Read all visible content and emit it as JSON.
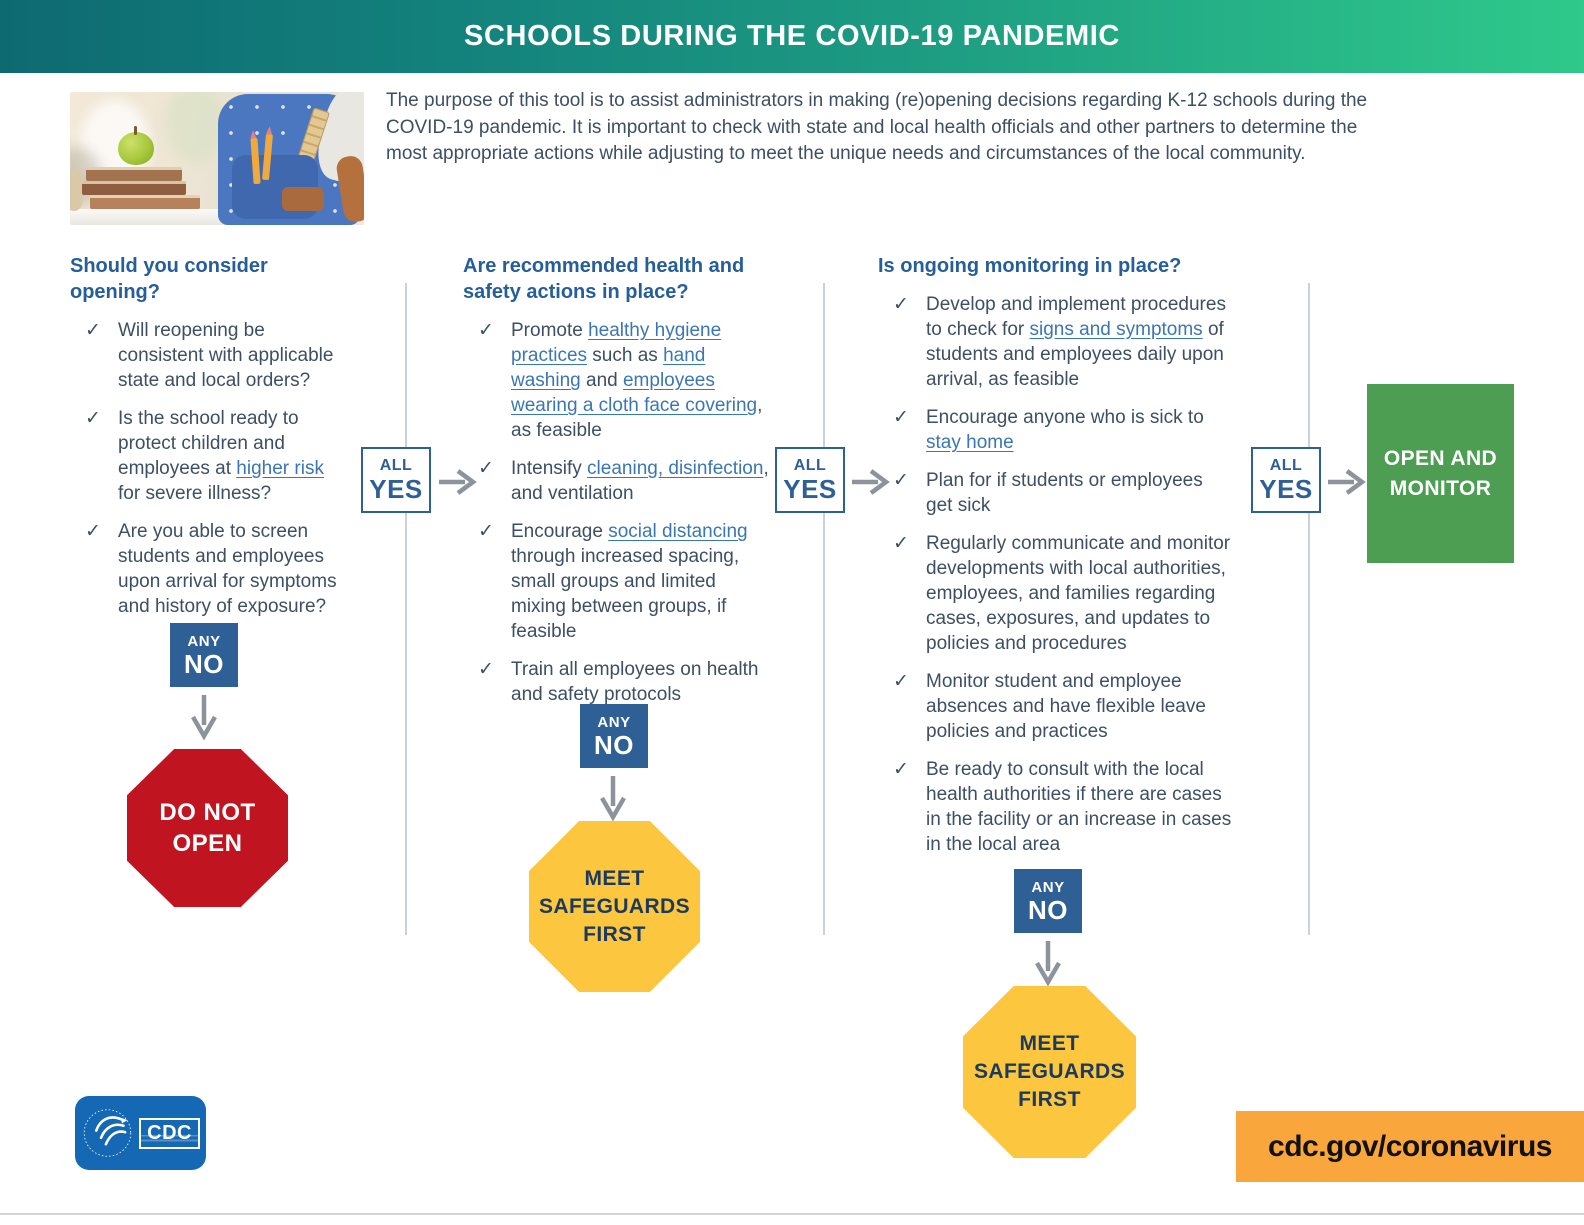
{
  "banner": {
    "title": "SCHOOLS DURING THE COVID-19 PANDEMIC"
  },
  "intro": {
    "text": "The purpose of this tool is to assist administrators in making (re)opening decisions regarding K-12 schools during the COVID-19 pandemic. It is important to check with state and local health officials and other partners to determine the most appropriate actions while adjusting to meet the unique needs and circumstances of the local community."
  },
  "columns": [
    {
      "heading": "Should you consider opening?",
      "items": [
        [
          {
            "t": "Will reopening be consistent with applicable state and local orders?"
          }
        ],
        [
          {
            "t": "Is the school ready to protect children and employees at "
          },
          {
            "t": "higher risk",
            "link": true
          },
          {
            "t": " for severe illness?"
          }
        ],
        [
          {
            "t": "Are you able to screen students and employees upon arrival for symptoms and history of exposure?"
          }
        ]
      ]
    },
    {
      "heading": "Are recommended health and safety actions in place?",
      "items": [
        [
          {
            "t": "Promote "
          },
          {
            "t": "healthy hygiene practices",
            "link": true
          },
          {
            "t": " such as "
          },
          {
            "t": "hand washing",
            "link": true
          },
          {
            "t": " and "
          },
          {
            "t": "employees wearing a cloth face covering",
            "link": true
          },
          {
            "t": ", as feasible"
          }
        ],
        [
          {
            "t": "Intensify "
          },
          {
            "t": "cleaning, disinfection",
            "link": true
          },
          {
            "t": ", and ventilation"
          }
        ],
        [
          {
            "t": "Encourage "
          },
          {
            "t": "social distancing",
            "link": true
          },
          {
            "t": " through increased spacing, small groups and limited mixing between groups, if feasible"
          }
        ],
        [
          {
            "t": "Train all employees on health and safety protocols"
          }
        ]
      ]
    },
    {
      "heading": "Is ongoing monitoring in place?",
      "items": [
        [
          {
            "t": "Develop and implement procedures to check for "
          },
          {
            "t": "signs and symptoms",
            "link": true
          },
          {
            "t": " of students and employees daily upon arrival, as feasible"
          }
        ],
        [
          {
            "t": "Encourage anyone who is sick to "
          },
          {
            "t": "stay home",
            "link": true
          }
        ],
        [
          {
            "t": "Plan for if students or employees get sick"
          }
        ],
        [
          {
            "t": "Regularly communicate and monitor developments with local authorities, employees, and families regarding cases, exposures, and updates to policies and procedures"
          }
        ],
        [
          {
            "t": "Monitor student and employee absences and have flexible leave policies and practices"
          }
        ],
        [
          {
            "t": "Be ready to consult with the local health authorities if there are cases in the facility or an increase in cases in the local area"
          }
        ]
      ]
    }
  ],
  "flow": {
    "all_yes": {
      "top": "ALL",
      "bottom": "YES"
    },
    "any_no": {
      "top": "ANY",
      "bottom": "NO"
    },
    "do_not_open": [
      "DO NOT",
      "OPEN"
    ],
    "meet_safeguards": [
      "MEET",
      "SAFEGUARDS",
      "FIRST"
    ],
    "open_and_monitor": [
      "OPEN AND",
      "MONITOR"
    ]
  },
  "footer": {
    "cdc_label": "CDC",
    "url": "cdc.gov/coronavirus"
  },
  "icons": {
    "check": "✓"
  },
  "colors": {
    "banner_gradient_left": "#0e6a71",
    "banner_gradient_right": "#2fc98b",
    "heading_blue": "#265e9b",
    "body_text": "#3e4f63",
    "link_blue": "#3b76b4",
    "box_blue": "#2e6095",
    "stop_red": "#c01420",
    "safeguard_yellow": "#fcc63e",
    "octagon_text": "#1b3a5e",
    "open_green": "#4d9e53",
    "url_orange": "#f9a63c",
    "cdc_blue": "#1568b3",
    "arrow_gray": "#8d939c",
    "divider_gray": "#ccd1d5"
  }
}
